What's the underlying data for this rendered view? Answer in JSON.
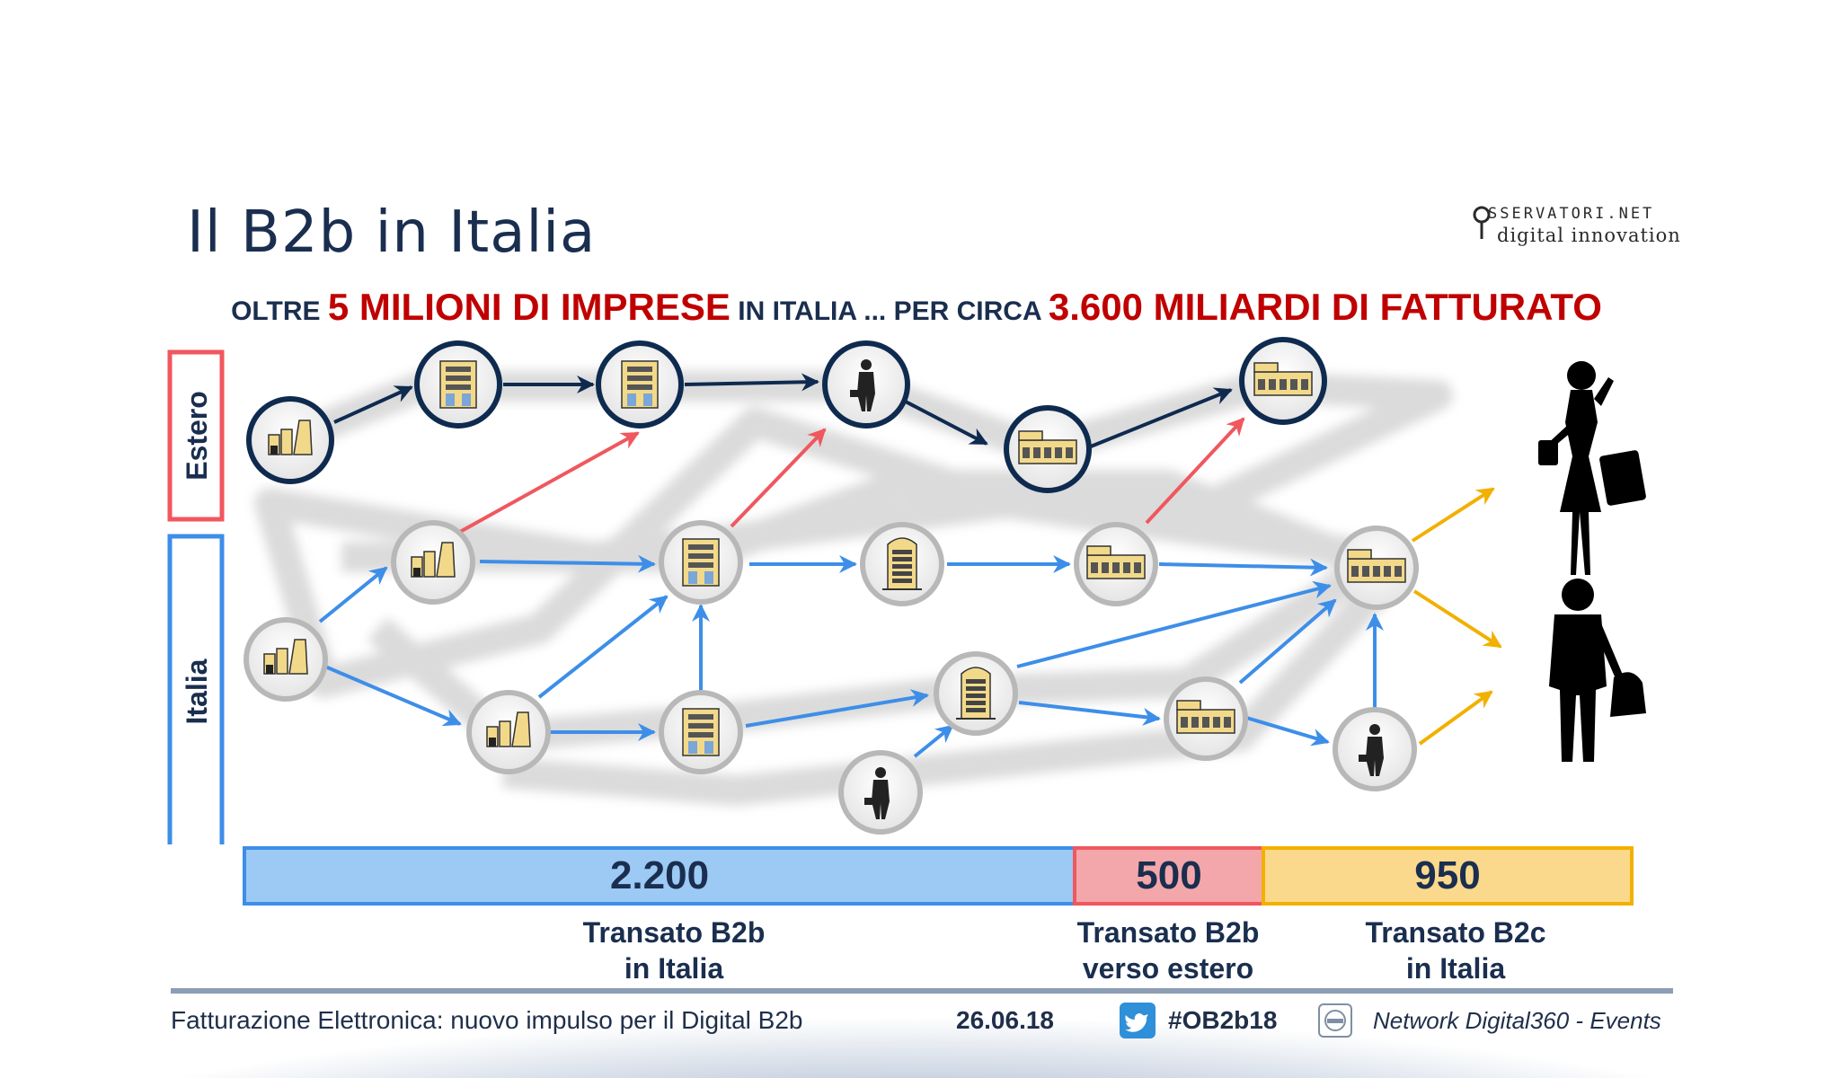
{
  "slide": {
    "title": "Il B2b in Italia",
    "logo_top": "SSERVATORI.NET",
    "logo_bottom": "digital innovation",
    "subtitle": {
      "p1": "OLTRE ",
      "p2": "5 MILIONI DI IMPRESE",
      "p3": " IN ITALIA ... PER CIRCA ",
      "p4": "3.600 MILIARDI DI FATTURATO"
    }
  },
  "lanes": {
    "estero": "Estero",
    "italia": "Italia"
  },
  "colors": {
    "navy": "#0f2a4f",
    "blue": "#3d8ee8",
    "red": "#f0575e",
    "yellow": "#f2b000",
    "title": "#1a2e4f",
    "accent_red": "#c00000"
  },
  "bars": [
    {
      "value": "2.200",
      "label_line1": "Transato B2b",
      "label_line2": "in Italia",
      "amount": 2200
    },
    {
      "value": "500",
      "label_line1": "Transato B2b",
      "label_line2": "verso estero",
      "amount": 500
    },
    {
      "value": "950",
      "label_line1": "Transato B2c",
      "label_line2": "in Italia",
      "amount": 950
    }
  ],
  "footer": {
    "left": "Fatturazione Elettronica: nuovo impulso per il Digital B2b",
    "date": "26.06.18",
    "twitter_icon": "twitter-bird-icon",
    "hashtag": "#OB2b18",
    "network_icon": "digital360-icon",
    "network": "Network Digital360 - Events"
  }
}
